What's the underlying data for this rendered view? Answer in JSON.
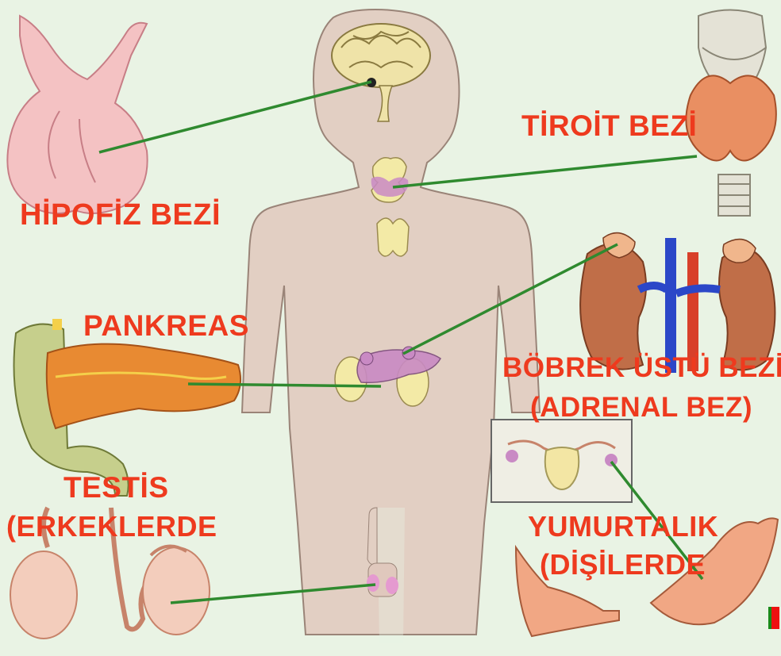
{
  "labels": {
    "pituitary": "HİPOFİZ BEZİ",
    "thyroid": "TİROİT BEZİ",
    "pancreas": "PANKREAS",
    "adrenal_line1": "BÖBREK ÜSTÜ BEZİ",
    "adrenal_line2": "(ADRENAL BEZ)",
    "testis_line1": "TESTİS",
    "testis_line2": "(ERKEKLERDE",
    "ovary_line1": "YUMURTALIK",
    "ovary_line2": "(DİŞİLERDE"
  },
  "colors": {
    "background": "#e9f3e4",
    "label": "#ee3a1e",
    "connector": "#2f8a2f",
    "body": "#e2cfc3",
    "gland_pink": "#c98ac4",
    "gland_yellow": "#f3eaa6"
  },
  "icons": {
    "pituitary": "pituitary-gland-illustration",
    "thyroid": "thyroid-gland-illustration",
    "pancreas": "pancreas-illustration",
    "adrenal": "kidneys-adrenal-illustration",
    "testis": "testes-illustration",
    "ovary": "ovaries-illustration"
  }
}
